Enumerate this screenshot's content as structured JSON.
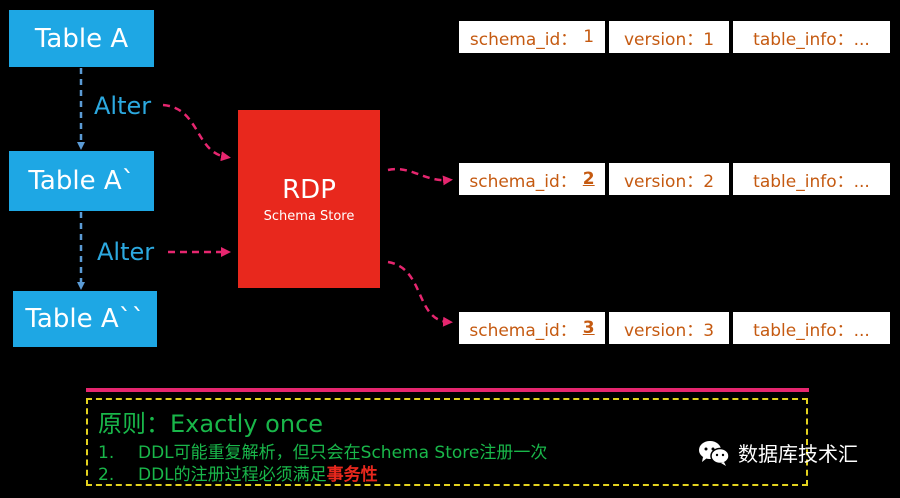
{
  "tables": [
    {
      "label": "Table A"
    },
    {
      "label": "Table A`"
    },
    {
      "label": "Table A``"
    }
  ],
  "alters": [
    {
      "label": "Alter"
    },
    {
      "label": "Alter"
    }
  ],
  "store": {
    "title": "RDP",
    "subtitle": "Schema Store"
  },
  "rows": [
    {
      "schema_label": "schema_id：",
      "schema_value": "1",
      "version": "version：1",
      "table_info": "table_info：..."
    },
    {
      "schema_label": "schema_id：",
      "schema_value": "2",
      "version": "version：2",
      "table_info": "table_info：..."
    },
    {
      "schema_label": "schema_id：",
      "schema_value": "3",
      "version": "version：3",
      "table_info": "table_info：..."
    }
  ],
  "principle": {
    "title": "原则：Exactly once",
    "items": [
      {
        "num": "1.",
        "text": "DDL可能重复解析，但只会在Schema Store注册一次"
      },
      {
        "num": "2.",
        "text": "DDL的注册过程必须满足",
        "emphasis": "事务性"
      }
    ]
  },
  "brand": {
    "name": "数据库技术汇"
  },
  "colors": {
    "table_box": "#1ea7e4",
    "alter_text": "#2ca9e0",
    "store_box": "#e8281d",
    "info_text": "#c55a11",
    "flow_arrow": "#e6266f",
    "principle_text": "#19b74a",
    "principle_border": "#e3d21f"
  }
}
